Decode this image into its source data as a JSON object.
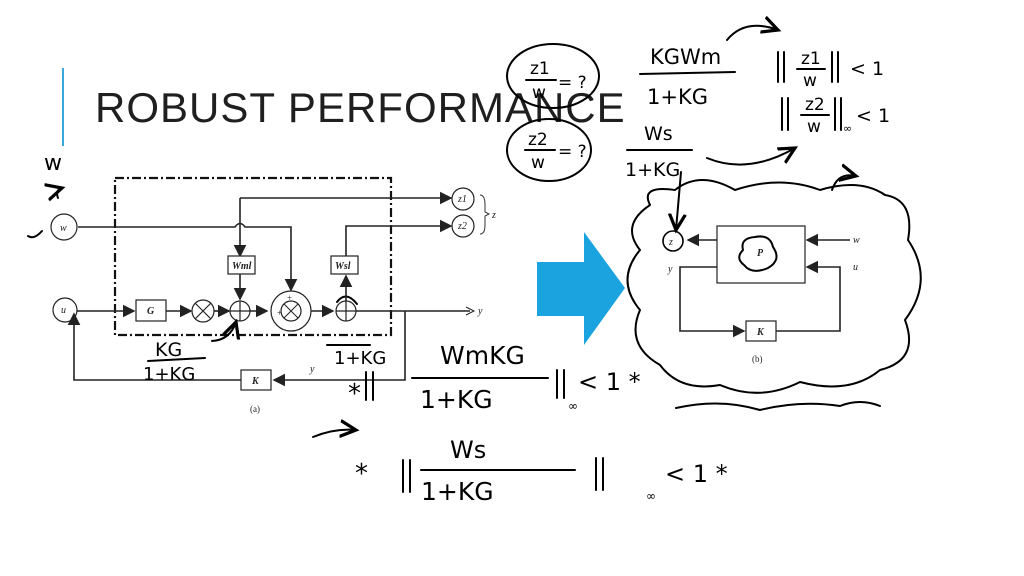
{
  "slide": {
    "title": "ROBUST PERFORMANCE",
    "accent_color": "#3aa7d8",
    "arrow_color": "#1aa3de"
  },
  "diagram_a": {
    "caption": "(a)",
    "inputs": {
      "w": "w",
      "u": "u"
    },
    "outputs": {
      "z1": "z1",
      "z2": "z2",
      "z_group": "z",
      "y": "y"
    },
    "blocks": {
      "G": "G",
      "Wm": "Wml",
      "Ws": "Wsl",
      "K": "K"
    },
    "feedback_label": "y"
  },
  "diagram_b": {
    "caption": "(b)",
    "blocks": {
      "P": "P",
      "K": "K"
    },
    "labels": {
      "z": "z",
      "w": "w",
      "y": "y",
      "u": "u"
    }
  },
  "handwriting": {
    "w_above": "w",
    "kg_num": "KG",
    "kg_den": "1+KG",
    "one_plus_kg": "1+KG",
    "q1_num": "z1",
    "q1_den": "w",
    "q1_rest": "= ?",
    "q2_num": "z2",
    "q2_den": "w",
    "q2_rest": "= ?",
    "t1_num": "KGWm",
    "t1_den": "1+KG",
    "t2_num": "Ws",
    "t2_den": "1+KG",
    "n1_num": "z1",
    "n1_den": "w",
    "n1_rest": "< 1",
    "n2_num": "z2",
    "n2_den": "w",
    "n2_rest": "< 1",
    "n2_sub": "∞",
    "c1_star": "*",
    "c1_num": "WmKG",
    "c1_den": "1+KG",
    "c1_rest": "< 1 *",
    "c1_sub": "∞",
    "c2_star": "*",
    "c2_num": "Ws",
    "c2_den": "1+KG",
    "c2_rest": "< 1 *",
    "c2_sub": "∞"
  }
}
